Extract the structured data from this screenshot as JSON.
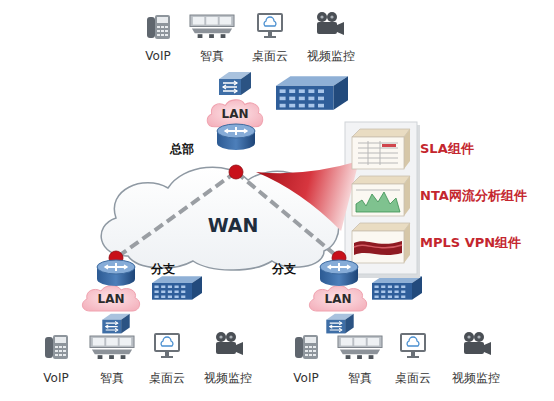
{
  "diagram": {
    "nodes": [
      {
        "text": [
          "LAN"
        ]
      },
      {
        "text": [
          "总部"
        ]
      },
      {
        "text": [
          "SLA组件"
        ]
      },
      {
        "text": [
          "WAN"
        ]
      },
      {
        "text": [
          "NTA网流分析组件"
        ]
      },
      {
        "text": [
          "MPLS VPN组件"
        ]
      },
      {
        "text": [
          "分支"
        ]
      },
      {
        "text": [
          "分支"
        ]
      },
      {
        "text": [
          "LAN"
        ]
      },
      {
        "text": [
          "LAN"
        ]
      }
    ],
    "edges": [
      {
        "from": 1,
        "to": 6,
        "arrow": "none"
      },
      {
        "from": 1,
        "to": 7,
        "arrow": "none"
      },
      {
        "from": 4,
        "to": 1,
        "arrow": "to"
      }
    ],
    "labels": [
      "VoIP",
      "智真",
      "桌面云",
      "视频监控",
      "VoIP",
      "智真",
      "桌面云",
      "视频监控",
      "VoIP",
      "智真",
      "桌面云",
      "视频监控"
    ]
  }
}
